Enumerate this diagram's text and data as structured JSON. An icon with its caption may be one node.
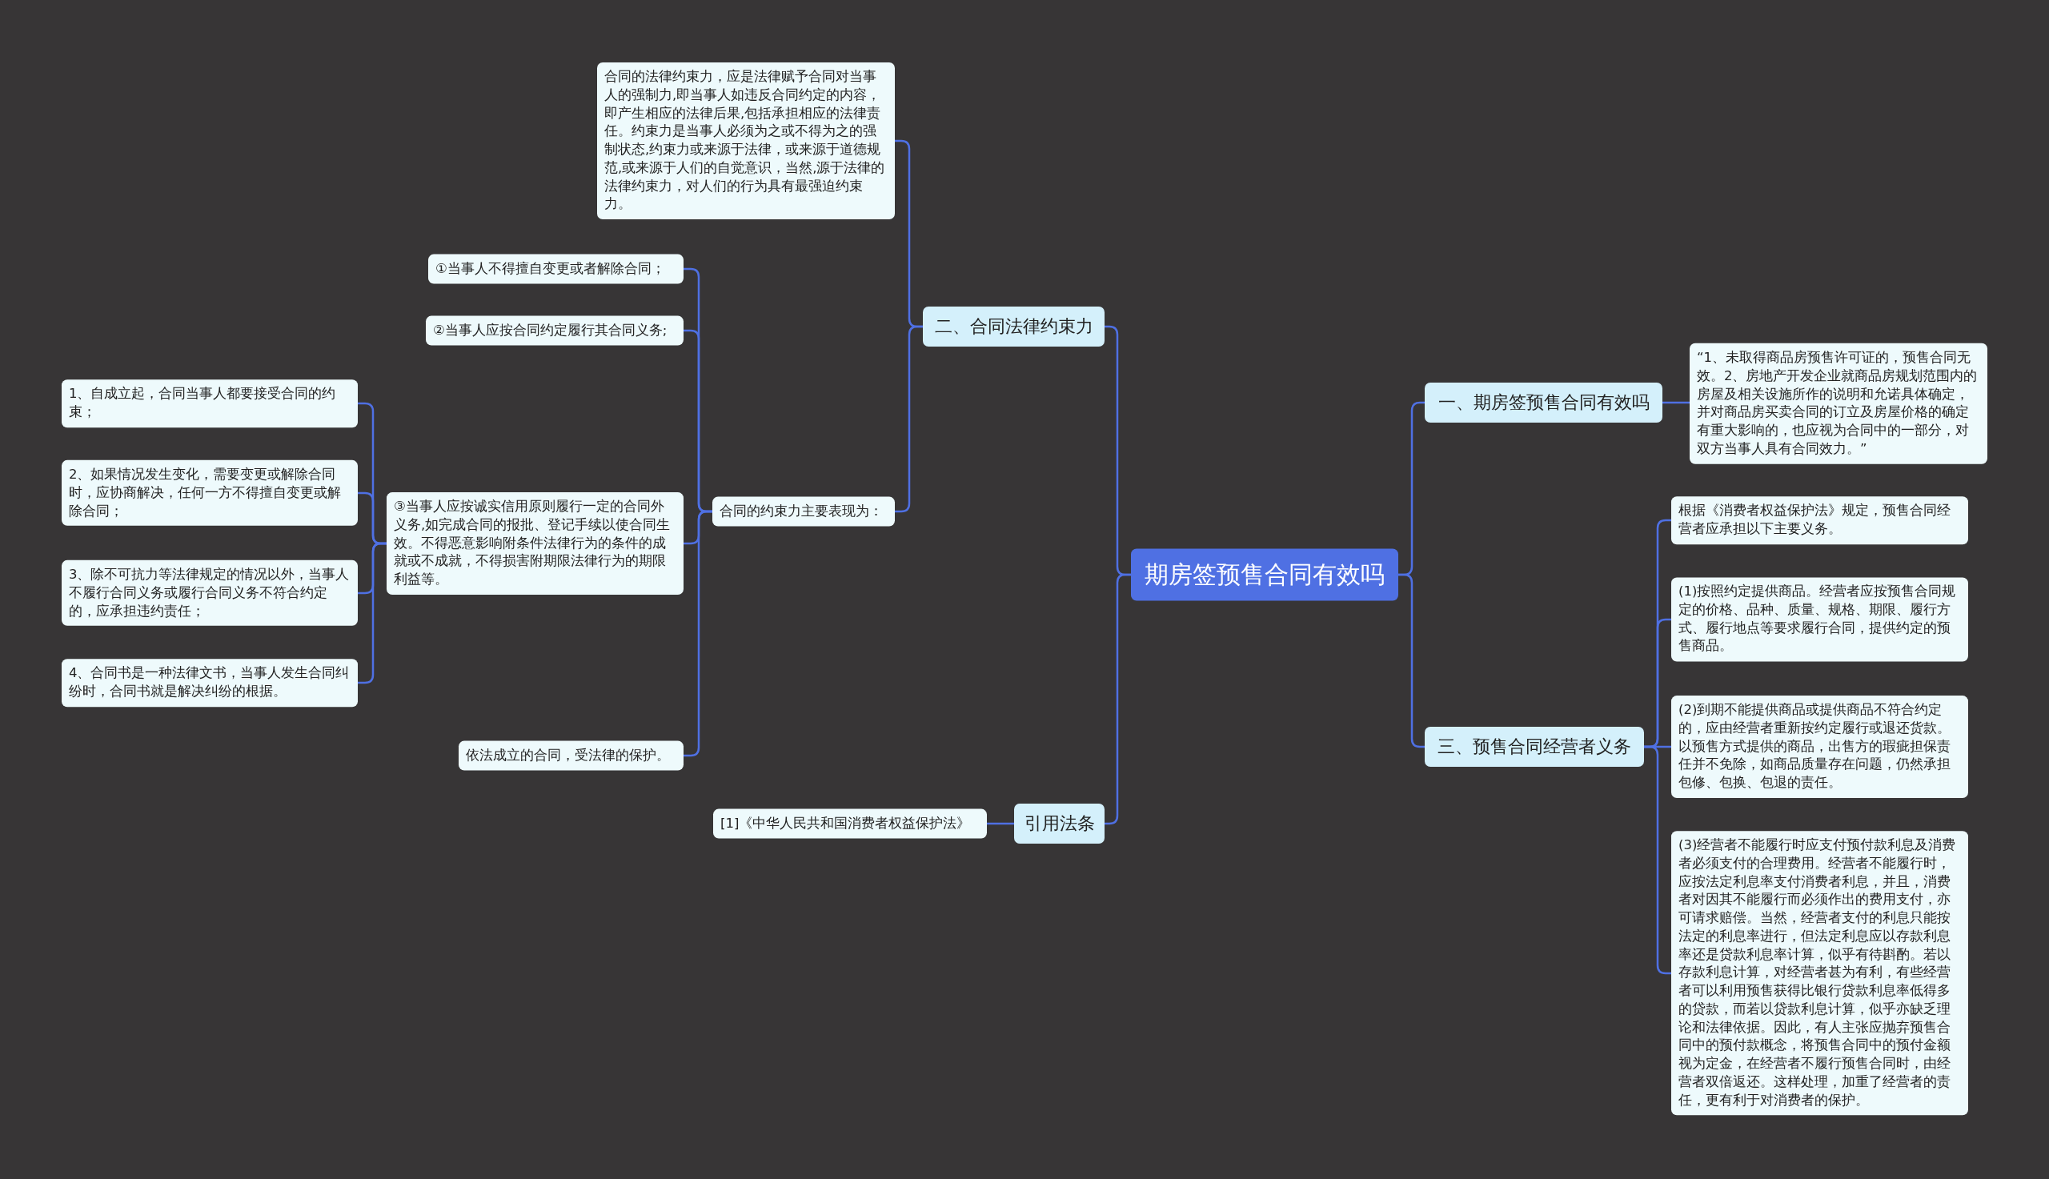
{
  "diagram": {
    "nodes": [
      {
        "text": [
          "期房签预售合同有效吗"
        ]
      },
      {
        "text": [
          "二、合同法律约束力"
        ]
      },
      {
        "text": [
          "合同的法律约束力，应是法律赋予合同对当事人的强制力,即当事人如违反合同约定的内容，即产生相应的法律后果,包括承担相应的法律责任。约束力是当事人必须为之或不得为之的强制状态,约束力或来源于法律，或来源于道德规范,或来源于人们的自觉意识，当然,源于法律的法律约束力，对人们的行为具有最强迫约束力。"
        ]
      },
      {
        "text": [
          "合同的约束力主要表现为："
        ]
      },
      {
        "text": [
          "①当事人不得擅自变更或者解除合同；"
        ]
      },
      {
        "text": [
          "②当事人应按合同约定履行其合同义务;"
        ]
      },
      {
        "text": [
          "③当事人应按诚实信用原则履行一定的合同外义务,如完成合同的报批、登记手续以使合同生效。不得恶意影响附条件法律行为的条件的成就或不成就，不得损害附期限法律行为的期限利益等。"
        ]
      },
      {
        "text": [
          "1、自成立起，合同当事人都要接受合同的约束；"
        ]
      },
      {
        "text": [
          "2、如果情况发生变化，需要变更或解除合同时，应协商解决，任何一方不得擅自变更或解除合同；"
        ]
      },
      {
        "text": [
          "3、除不可抗力等法律规定的情况以外，当事人不履行合同义务或履行合同义务不符合约定的，应承担违约责任；"
        ]
      },
      {
        "text": [
          "4、合同书是一种法律文书，当事人发生合同纠纷时，合同书就是解决纠纷的根据。"
        ]
      },
      {
        "text": [
          "依法成立的合同，受法律的保护。"
        ]
      },
      {
        "text": [
          "引用法条"
        ]
      },
      {
        "text": [
          "[1]《中华人民共和国消费者权益保护法》"
        ]
      },
      {
        "text": [
          "一、期房签预售合同有效吗"
        ]
      },
      {
        "text": [
          "“1、未取得商品房预售许可证的，预售合同无效。2、房地产开发企业就商品房规划范围内的房屋及相关设施所作的说明和允诺具体确定，并对商品房买卖合同的订立及房屋价格的确定有重大影响的，也应视为合同中的一部分，对双方当事人具有合同效力。”"
        ]
      },
      {
        "text": [
          "三、预售合同经营者义务"
        ]
      },
      {
        "text": [
          "根据《消费者权益保护法》规定，预售合同经营者应承担以下主要义务。"
        ]
      },
      {
        "text": [
          "(1)按照约定提供商品。经营者应按预售合同规定的价格、品种、质量、规格、期限、履行方式、履行地点等要求履行合同，提供约定的预售商品。"
        ]
      },
      {
        "text": [
          "(2)到期不能提供商品或提供商品不符合约定的，应由经营者重新按约定履行或退还货款。以预售方式提供的商品，出售方的瑕疵担保责任并不免除，如商品质量存在问题，仍然承担包修、包换、包退的责任。"
        ]
      },
      {
        "text": [
          "(3)经营者不能履行时应支付预付款利息及消费者必须支付的合理费用。经营者不能履行时，应按法定利息率支付消费者利息，并且，消费者对因其不能履行而必须作出的费用支付，亦可请求赔偿。当然，经营者支付的利息只能按法定的利息率进行，但法定利息应以存款利息率还是贷款利息率计算，似乎有待斟酌。若以存款利息计算，对经营者甚为有利，有些经营者可以利用预售获得比银行贷款利息率低得多的贷款，而若以贷款利息计算，似乎亦缺乏理论和法律依据。因此，有人主张应抛弃预售合同中的预付款概念，将预售合同中的预付金额视为定金，在经营者不履行预售合同时，由经营者双倍返还。这样处理，加重了经营者的责任，更有利于对消费者的保护。"
        ]
      }
    ],
    "edges": [
      {
        "from": 0,
        "to": 1,
        "arrow": "none"
      },
      {
        "from": 1,
        "to": 2,
        "arrow": "none"
      },
      {
        "from": 1,
        "to": 3,
        "arrow": "none"
      },
      {
        "from": 3,
        "to": 4,
        "arrow": "none"
      },
      {
        "from": 3,
        "to": 5,
        "arrow": "none"
      },
      {
        "from": 3,
        "to": 6,
        "arrow": "none"
      },
      {
        "from": 6,
        "to": 7,
        "arrow": "none"
      },
      {
        "from": 6,
        "to": 8,
        "arrow": "none"
      },
      {
        "from": 6,
        "to": 9,
        "arrow": "none"
      },
      {
        "from": 6,
        "to": 10,
        "arrow": "none"
      },
      {
        "from": 3,
        "to": 11,
        "arrow": "none"
      },
      {
        "from": 0,
        "to": 12,
        "arrow": "none"
      },
      {
        "from": 12,
        "to": 13,
        "arrow": "none"
      },
      {
        "from": 0,
        "to": 14,
        "arrow": "none"
      },
      {
        "from": 14,
        "to": 15,
        "arrow": "none"
      },
      {
        "from": 0,
        "to": 16,
        "arrow": "none"
      },
      {
        "from": 16,
        "to": 17,
        "arrow": "none"
      },
      {
        "from": 16,
        "to": 18,
        "arrow": "none"
      },
      {
        "from": 16,
        "to": 19,
        "arrow": "none"
      },
      {
        "from": 16,
        "to": 20,
        "arrow": "none"
      }
    ]
  }
}
